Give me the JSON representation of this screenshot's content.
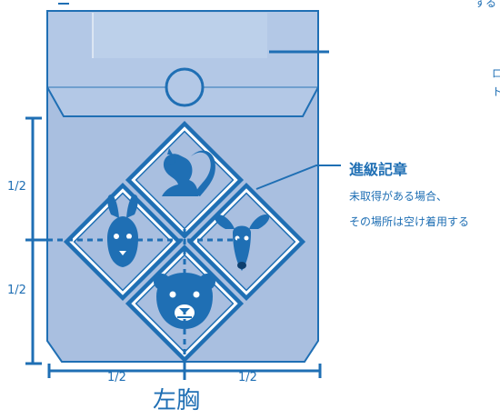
{
  "badges_callout": {
    "title": "進級記章",
    "line1": "未取得がある場合、",
    "line2": "その場所は空け着用する"
  },
  "dimensions": {
    "left_upper": "1/2",
    "left_lower": "1/2",
    "bottom_left": "1/2",
    "bottom_right": "1/2"
  },
  "pocket_label": "左胸",
  "edge_fragments": {
    "top_right": "する",
    "right_1": "ロ",
    "right_2": "ト"
  },
  "badges": [
    {
      "name": "squirrel",
      "icon": "squirrel-icon"
    },
    {
      "name": "rabbit",
      "icon": "rabbit-icon"
    },
    {
      "name": "deer",
      "icon": "deer-icon"
    },
    {
      "name": "bear",
      "icon": "bear-icon"
    }
  ],
  "colors": {
    "pocket_fill": "#a9bfe0",
    "flap_fill": "#b3c8e6",
    "line": "#1f6fb4",
    "badge_fill": "#1f6fb4",
    "badge_border": "#ffffff"
  }
}
